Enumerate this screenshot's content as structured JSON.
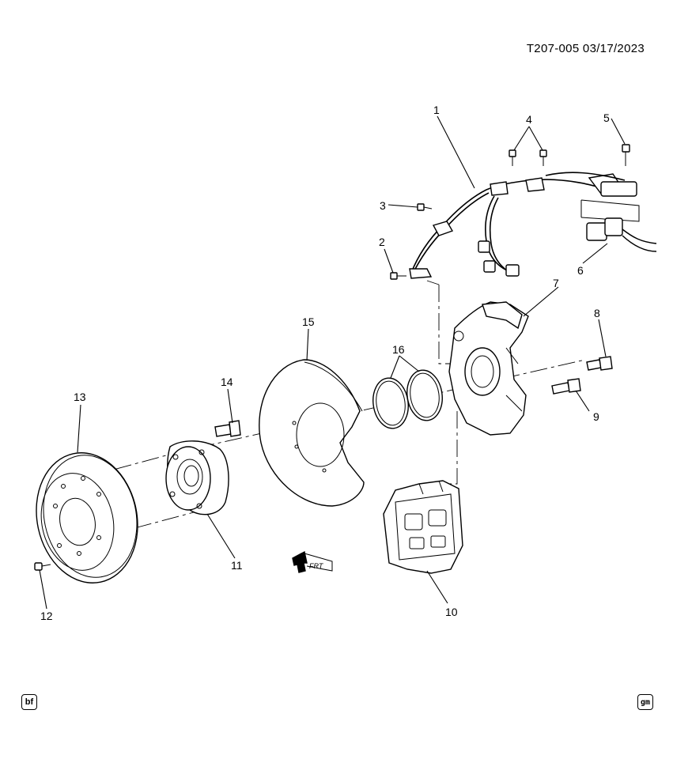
{
  "document_id": "T207-005  03/17/2023",
  "callouts": [
    "1",
    "2",
    "3",
    "4",
    "5",
    "6",
    "7",
    "8",
    "9",
    "10",
    "11",
    "12",
    "13",
    "14",
    "15",
    "16"
  ],
  "badges": {
    "left": "bf",
    "right": "gm"
  },
  "direction_label": "FRT",
  "parts": [
    {
      "callout": "1",
      "part": "wiring-harness"
    },
    {
      "callout": "2",
      "part": "harness-bolt"
    },
    {
      "callout": "3",
      "part": "harness-bolt"
    },
    {
      "callout": "4",
      "part": "harness-bolts"
    },
    {
      "callout": "5",
      "part": "harness-bolt"
    },
    {
      "callout": "6",
      "part": "harness-connector"
    },
    {
      "callout": "7",
      "part": "steering-knuckle"
    },
    {
      "callout": "8",
      "part": "knuckle-bolt"
    },
    {
      "callout": "9",
      "part": "knuckle-bolt"
    },
    {
      "callout": "10",
      "part": "brake-caliper"
    },
    {
      "callout": "11",
      "part": "wheel-hub-bearing"
    },
    {
      "callout": "12",
      "part": "rotor-retaining-screw"
    },
    {
      "callout": "13",
      "part": "brake-rotor"
    },
    {
      "callout": "14",
      "part": "wheel-stud"
    },
    {
      "callout": "15",
      "part": "brake-shield"
    },
    {
      "callout": "16",
      "part": "o-rings"
    }
  ]
}
